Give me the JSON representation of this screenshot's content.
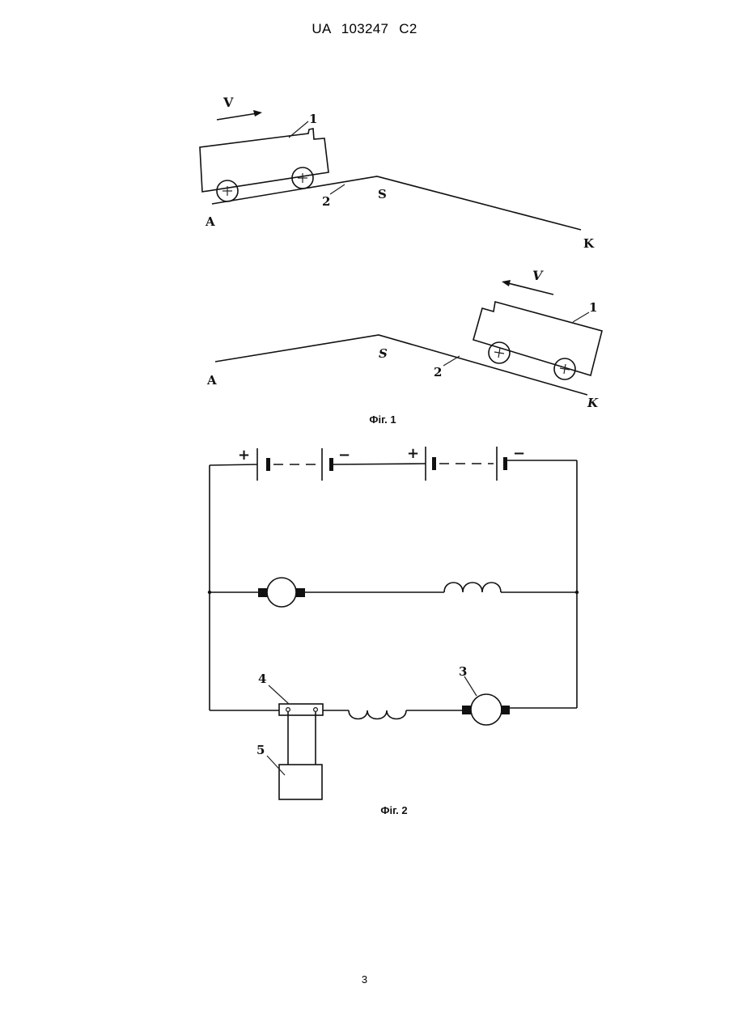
{
  "header": {
    "document_id": "UA   103247   C2"
  },
  "figure1": {
    "caption": "Фіг. 1",
    "top": {
      "velocity": "V",
      "vehicle": "1",
      "track": "2",
      "point_a": "A",
      "point_s": "S",
      "point_k": "K"
    },
    "bottom": {
      "velocity": "V",
      "vehicle": "1",
      "track": "2",
      "point_a": "A",
      "point_s": "S",
      "point_k": "K"
    }
  },
  "figure2": {
    "caption": "Фіг. 2",
    "battery1_plus": "+",
    "battery1_minus": "−",
    "battery2_plus": "+",
    "battery2_minus": "−",
    "generator": "3",
    "switch": "4",
    "controller": "5"
  },
  "footer": {
    "page_number": "3"
  }
}
